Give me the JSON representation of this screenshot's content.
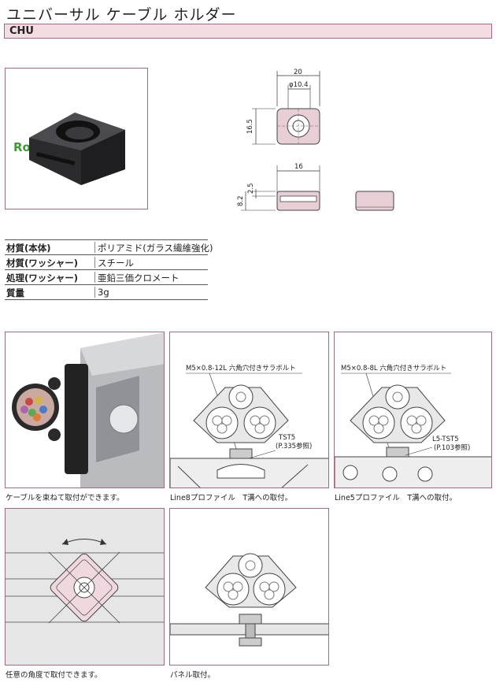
{
  "title": "ユニバーサル ケーブル ホルダー",
  "code": "CHU",
  "rohs": "RoHS",
  "specs": [
    {
      "label": "材質(本体)",
      "value": "ポリアミド(ガラス繊維強化)"
    },
    {
      "label": "材質(ワッシャー)",
      "value": "スチール"
    },
    {
      "label": "処理(ワッシャー)",
      "value": "亜鉛三価クロメート"
    },
    {
      "label": "質量",
      "value": "3g"
    }
  ],
  "dimensions": {
    "width": "20",
    "hole": "φ10.4",
    "height": "16.5",
    "side_width": "16",
    "side_top": "2.5",
    "side_height": "8.2"
  },
  "panels": {
    "p1": {
      "caption": "ケーブルを束ねて取付ができます。"
    },
    "p2": {
      "caption": "Line8プロファイル　T溝への取付。",
      "bolt": "M5×0.8-12L 六角穴付きサラボルト",
      "nut": "TST5",
      "ref": "(P.335参照)"
    },
    "p3": {
      "caption": "Line5プロファイル　T溝への取付。",
      "bolt": "M5×0.8-8L 六角穴付きサラボルト",
      "nut": "L5-TST5",
      "ref": "(P.103参照)"
    },
    "p4": {
      "caption": "任意の角度で取付できます。"
    },
    "p5": {
      "caption": "パネル取付。"
    }
  }
}
